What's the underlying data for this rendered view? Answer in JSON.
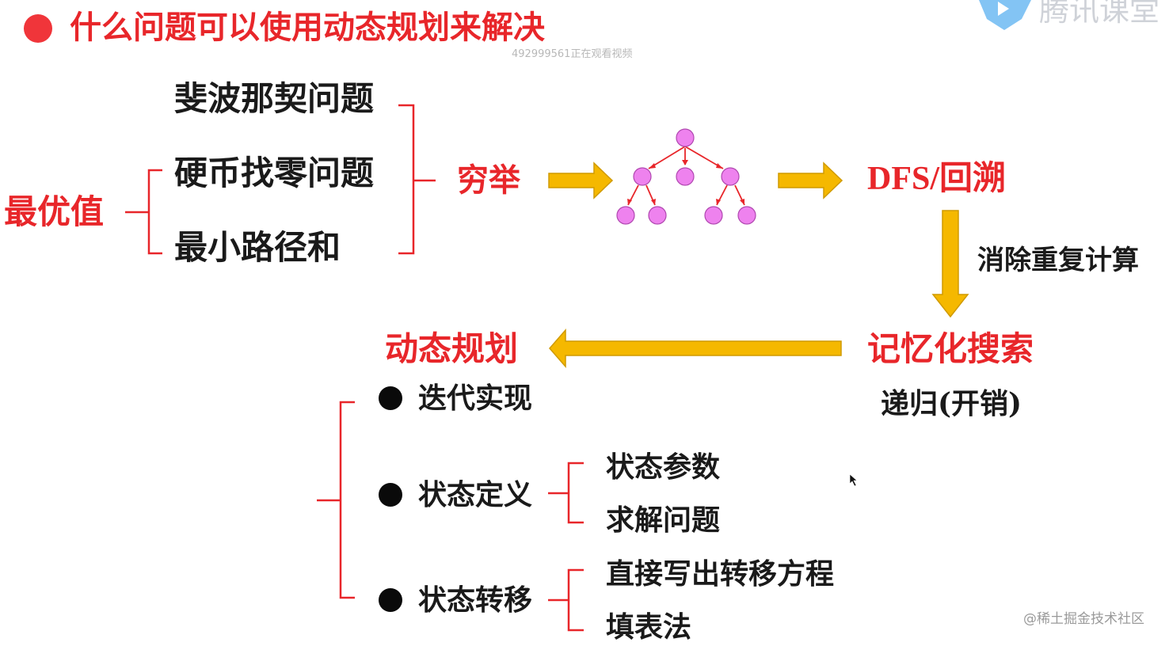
{
  "header": {
    "title": "什么问题可以使用动态规划来解决",
    "viewer_notice": "492999561正在观看视频",
    "brand": "腾讯课堂"
  },
  "problems": {
    "category": "最优值",
    "items": [
      "斐波那契问题",
      "硬币找零问题",
      "最小路径和"
    ]
  },
  "flow": {
    "exhaustive": "穷举",
    "dfs": "DFS/回溯",
    "dedupe": "消除重复计算",
    "memo": "记忆化搜索",
    "memo_note": "递归(开销)",
    "dp": "动态规划"
  },
  "dp_aspects": {
    "iterative": "迭代实现",
    "state_def": "状态定义",
    "state_def_items": [
      "状态参数",
      "求解问题"
    ],
    "transition": "状态转移",
    "transition_items": [
      "直接写出转移方程",
      "填表法"
    ]
  },
  "footer": {
    "watermark": "@稀土掘金技术社区"
  },
  "colors": {
    "red": "#e8262a",
    "arrow": "#f5b800",
    "node": "#ee82ee",
    "node_border": "#b048b0"
  }
}
